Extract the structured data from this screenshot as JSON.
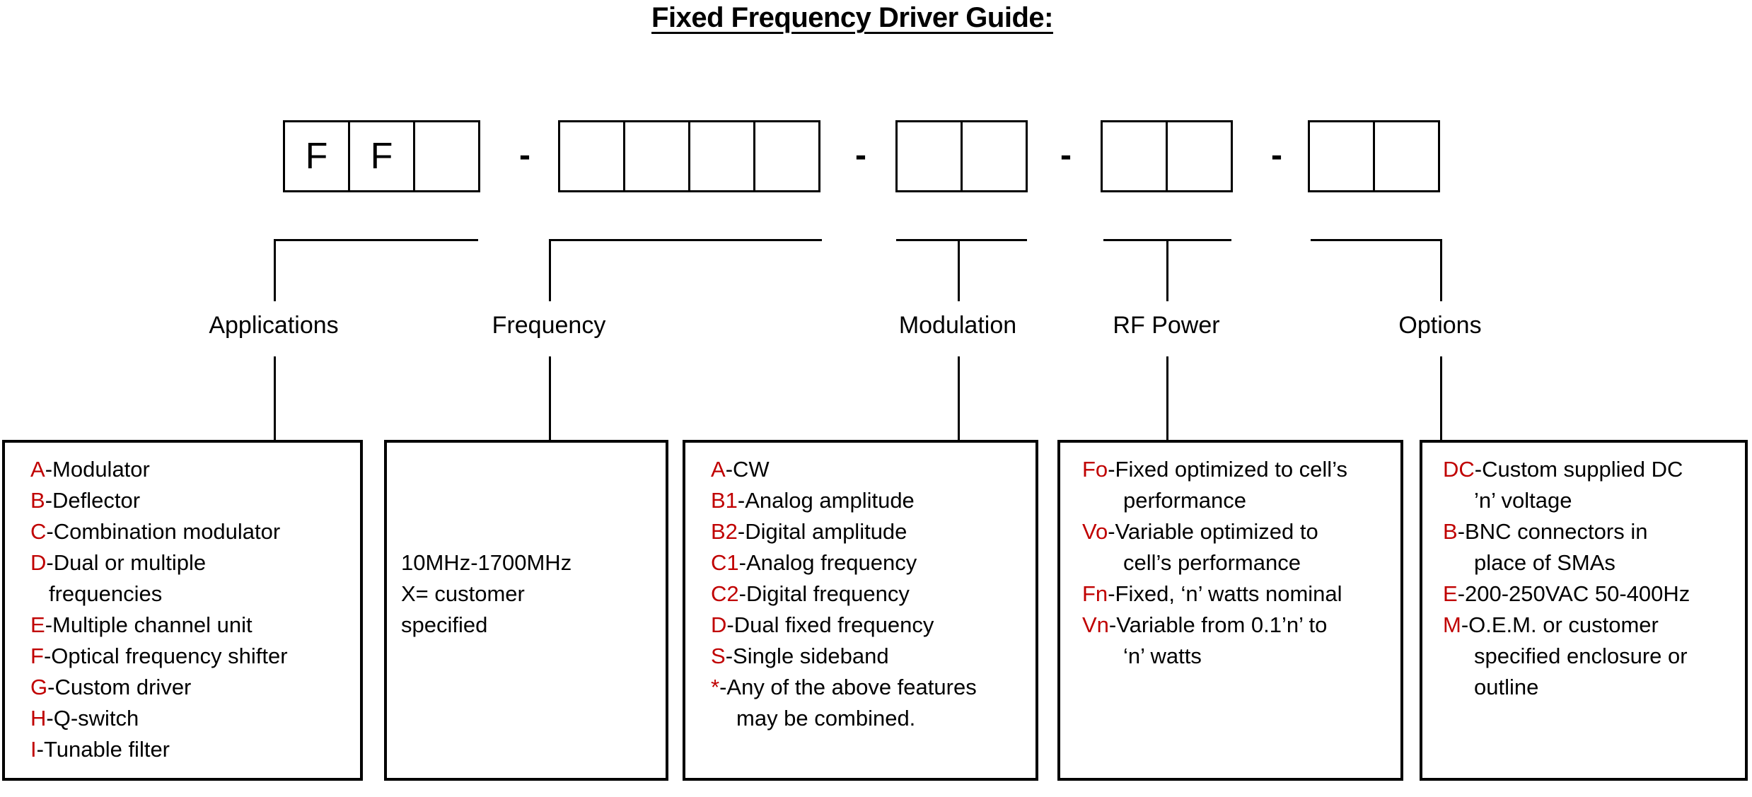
{
  "title": "Fixed Frequency Driver Guide:",
  "colors": {
    "code_red": "#c00000",
    "line_black": "#000000"
  },
  "part_number": {
    "separator": "-",
    "groups": [
      {
        "id": "applications",
        "cells": [
          "F",
          "F",
          ""
        ]
      },
      {
        "id": "frequency",
        "cells": [
          "",
          "",
          "",
          ""
        ]
      },
      {
        "id": "modulation",
        "cells": [
          "",
          ""
        ]
      },
      {
        "id": "rf-power",
        "cells": [
          "",
          ""
        ]
      },
      {
        "id": "options",
        "cells": [
          "",
          ""
        ]
      }
    ]
  },
  "categories": [
    {
      "label": "Applications",
      "lines": [
        {
          "code": "A",
          "text": "-Modulator"
        },
        {
          "code": "B",
          "text": "-Deflector"
        },
        {
          "code": "C",
          "text": "-Combination modulator"
        },
        {
          "code": "D",
          "text": "-Dual or multiple"
        },
        {
          "text": "frequencies",
          "indent": true
        },
        {
          "code": "E",
          "text": "-Multiple channel unit"
        },
        {
          "code": "F",
          "text": "-Optical frequency shifter"
        },
        {
          "code": "G",
          "text": "-Custom driver"
        },
        {
          "code": "H",
          "text": "-Q-switch"
        },
        {
          "code": "I",
          "text": "-Tunable filter"
        }
      ]
    },
    {
      "label": "Frequency",
      "lines": [
        {
          "text": "10MHz-1700MHz"
        },
        {
          "text": "X= customer"
        },
        {
          "text": "specified"
        }
      ]
    },
    {
      "label": "Modulation",
      "lines": [
        {
          "code": "A",
          "text": "-CW"
        },
        {
          "code": "B1",
          "text": "-Analog amplitude"
        },
        {
          "code": "B2",
          "text": "-Digital amplitude"
        },
        {
          "code": "C1",
          "text": "-Analog frequency"
        },
        {
          "code": "C2",
          "text": "-Digital frequency"
        },
        {
          "code": "D",
          "text": "-Dual fixed frequency"
        },
        {
          "code": "S",
          "text": "-Single sideband"
        },
        {
          "code": "*",
          "text": "-Any of the above features"
        },
        {
          "text": "may be combined.",
          "indent": true
        }
      ]
    },
    {
      "label": "RF Power",
      "lines": [
        {
          "code": "Fo",
          "text": "-Fixed optimized to cell’s"
        },
        {
          "text": "performance",
          "indent": true
        },
        {
          "code": "Vo",
          "text": "-Variable optimized to"
        },
        {
          "text": "cell’s performance",
          "indent": true
        },
        {
          "code": "Fn",
          "text": "-Fixed, ‘n’ watts nominal"
        },
        {
          "code": "Vn",
          "text": "-Variable from 0.1’n’ to"
        },
        {
          "text": "‘n’ watts",
          "indent": true
        }
      ]
    },
    {
      "label": "Options",
      "lines": [
        {
          "code": "DC",
          "text": "-Custom supplied DC"
        },
        {
          "text": "’n’ voltage",
          "indent": true
        },
        {
          "code": "B",
          "text": "-BNC connectors in"
        },
        {
          "text": "place of SMAs",
          "indent": true
        },
        {
          "code": "E",
          "text": "-200-250VAC 50-400Hz"
        },
        {
          "code": "M",
          "text": "-O.E.M. or customer"
        },
        {
          "text": "specified enclosure or",
          "indent": true
        },
        {
          "text": "outline",
          "indent": true
        }
      ]
    }
  ]
}
